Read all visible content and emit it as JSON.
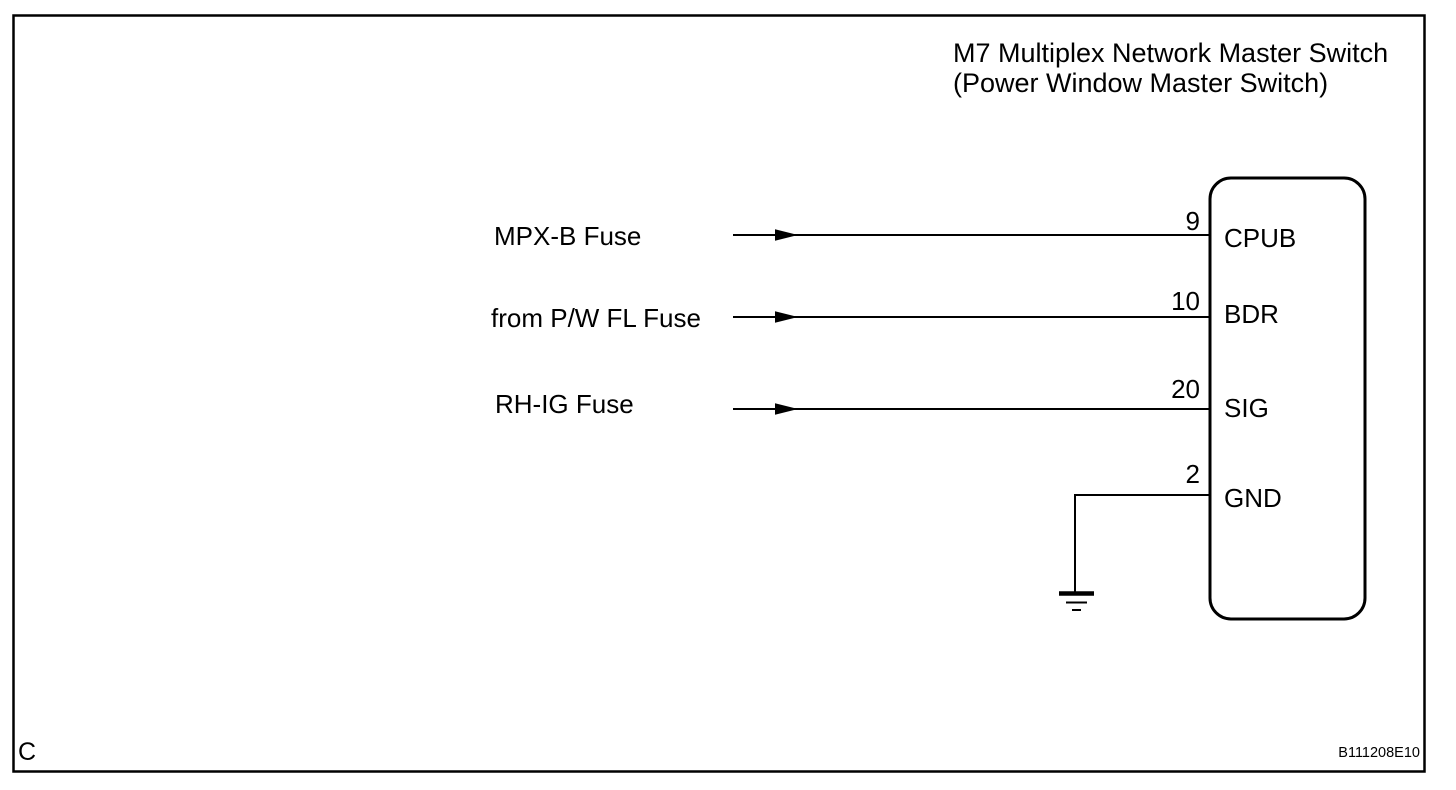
{
  "figure": {
    "title_line1": "M7 Multiplex Network Master Switch",
    "title_line2": "(Power Window Master Switch)",
    "footer_letter": "C",
    "footer_code": "B111208E10"
  },
  "component": {
    "pins": [
      {
        "number": "9",
        "label": "CPUB"
      },
      {
        "number": "10",
        "label": "BDR"
      },
      {
        "number": "20",
        "label": "SIG"
      },
      {
        "number": "2",
        "label": "GND"
      }
    ]
  },
  "wires": [
    {
      "label": "MPX-B Fuse",
      "to_pin": "9"
    },
    {
      "label": "from P/W FL Fuse",
      "to_pin": "10"
    },
    {
      "label": "RH-IG Fuse",
      "to_pin": "20"
    }
  ],
  "ground": {
    "to_pin": "2"
  },
  "colors": {
    "line": "#000000",
    "background": "#ffffff"
  }
}
